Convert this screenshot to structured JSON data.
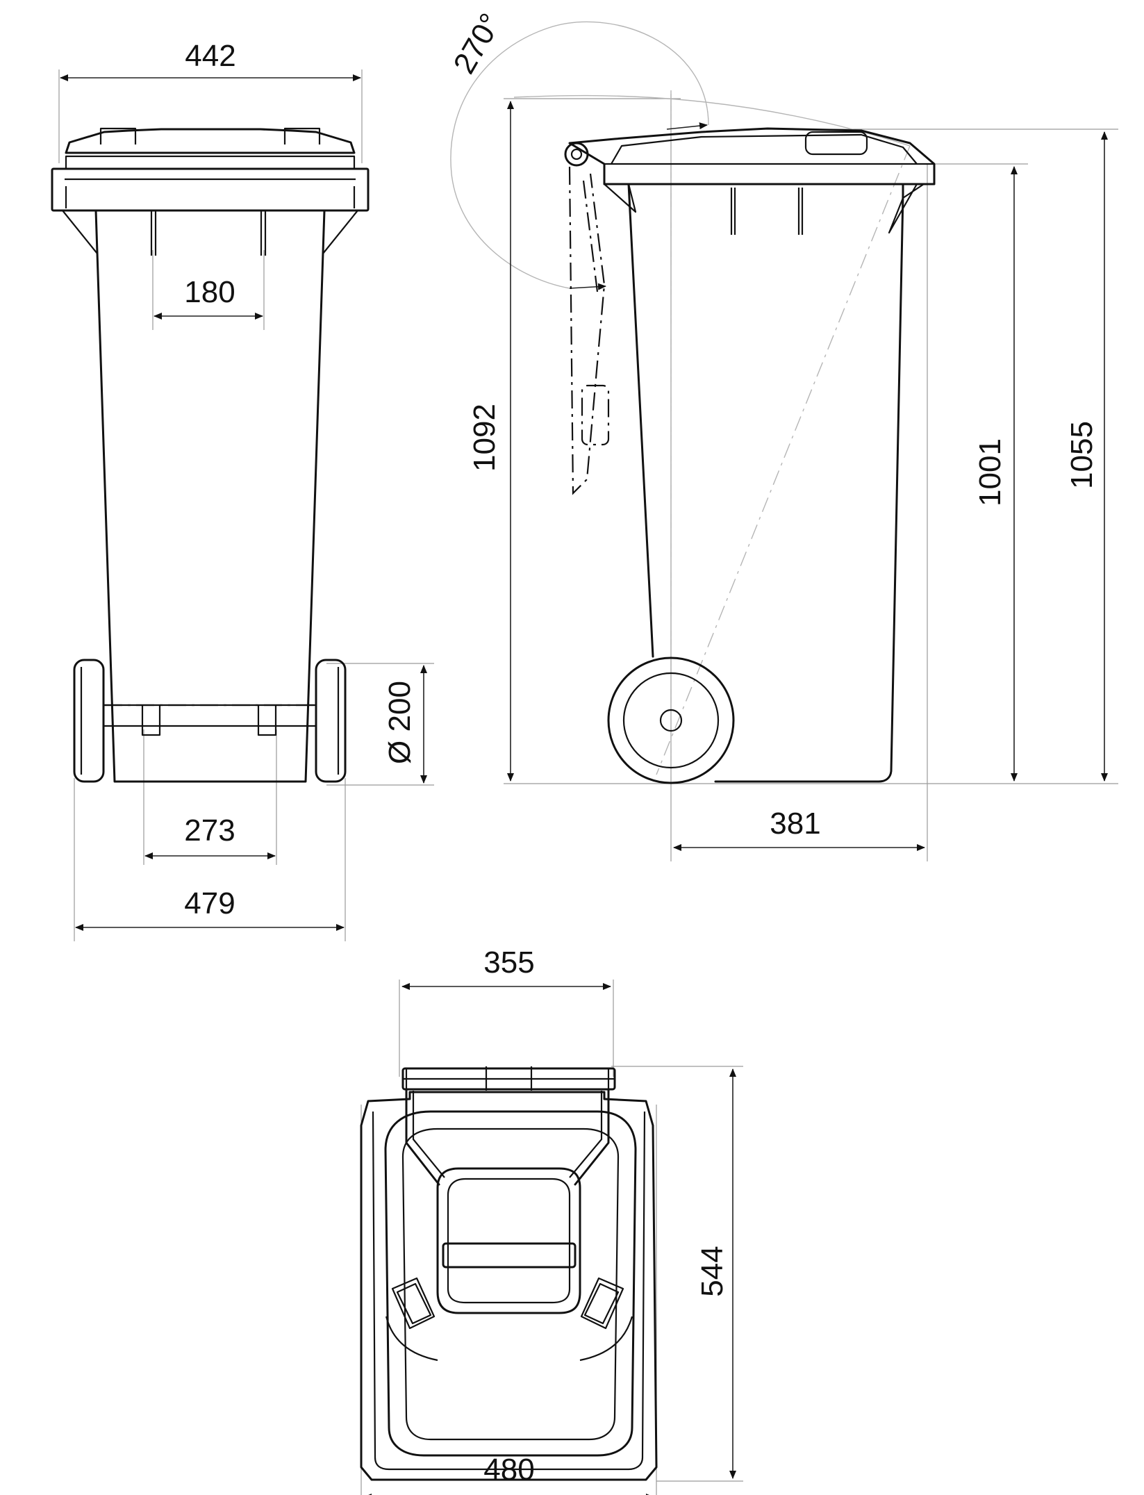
{
  "dimensions": {
    "front_lid_width": "442",
    "front_handle_spacing": "180",
    "wheel_diameter": "Ø 200",
    "front_wheel_spacing": "273",
    "front_overall_width": "479",
    "lid_open_angle": "270°",
    "side_open_height": "1092",
    "side_body_height": "1001",
    "side_overall_height": "1055",
    "side_depth": "381",
    "top_handle_width": "355",
    "top_overall_depth": "544",
    "top_overall_width": "480"
  }
}
